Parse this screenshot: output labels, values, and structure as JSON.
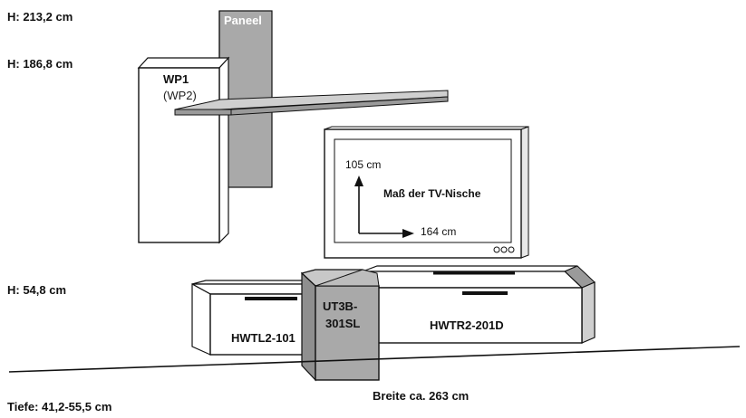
{
  "dimensions": {
    "height_total": "H: 213,2 cm",
    "height_wp": "H: 186,8 cm",
    "height_low": "H: 54,8 cm",
    "depth": "Tiefe: 41,2-55,5 cm",
    "width": "Breite  ca. 263 cm"
  },
  "parts": {
    "panel": "Paneel",
    "wall_cabinet": "WP1",
    "wall_cabinet_alt": "(WP2)",
    "left_lowboard": "HWTL2-101",
    "middle_unit_line1": "UT3B-",
    "middle_unit_line2": "301SL",
    "right_lowboard": "HWTR2-201D"
  },
  "tv": {
    "height": "105 cm",
    "width": "164 cm",
    "niche_label": "Maß der TV-Nische"
  },
  "colors": {
    "line": "#111111",
    "panel_grey": "#a9a9a9",
    "shelf_grey": "#9a9a9a",
    "front_grey": "#d8d8d8",
    "background": "#ffffff"
  }
}
